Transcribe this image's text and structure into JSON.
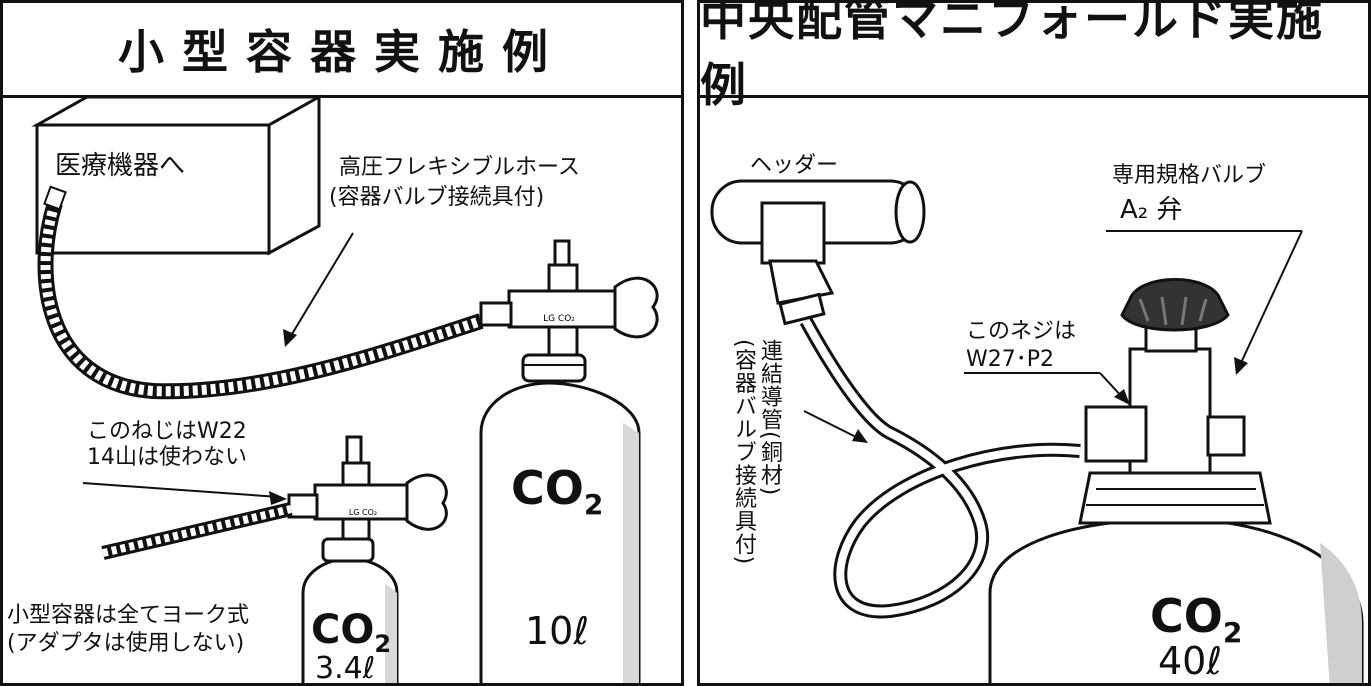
{
  "left_panel": {
    "title": "小型容器実施例",
    "box_label": "医療機器へ",
    "hose_label_line1": "高圧フレキシブルホース",
    "hose_label_line2": "(容器バルブ接続具付)",
    "screw_note_line1": "このねじはW22",
    "screw_note_line2": "14山は使わない",
    "yoke_note_line1": "小型容器は全てヨーク式",
    "yoke_note_line2": "(アダプタは使用しない)",
    "small_cylinder": {
      "gas": "CO",
      "subscript": "2",
      "capacity": "3.4ℓ"
    },
    "large_cylinder": {
      "gas": "CO",
      "subscript": "2",
      "capacity": "10ℓ"
    },
    "valve_marking": "LG CO₂"
  },
  "right_panel": {
    "title": "中央配管マニフォールド実施例",
    "header_label": "ヘッダー",
    "valve_label_line1": "専用規格バルブ",
    "valve_label_line2": "A₂ 弁",
    "screw_note_line1": "このネジは",
    "screw_note_line2": "W27･P2",
    "pipe_label_col1": "連結導管(銅材)",
    "pipe_label_col2": "(容器バルブ接続具付)",
    "cylinder": {
      "gas": "CO",
      "subscript": "2",
      "capacity": "40ℓ"
    }
  }
}
